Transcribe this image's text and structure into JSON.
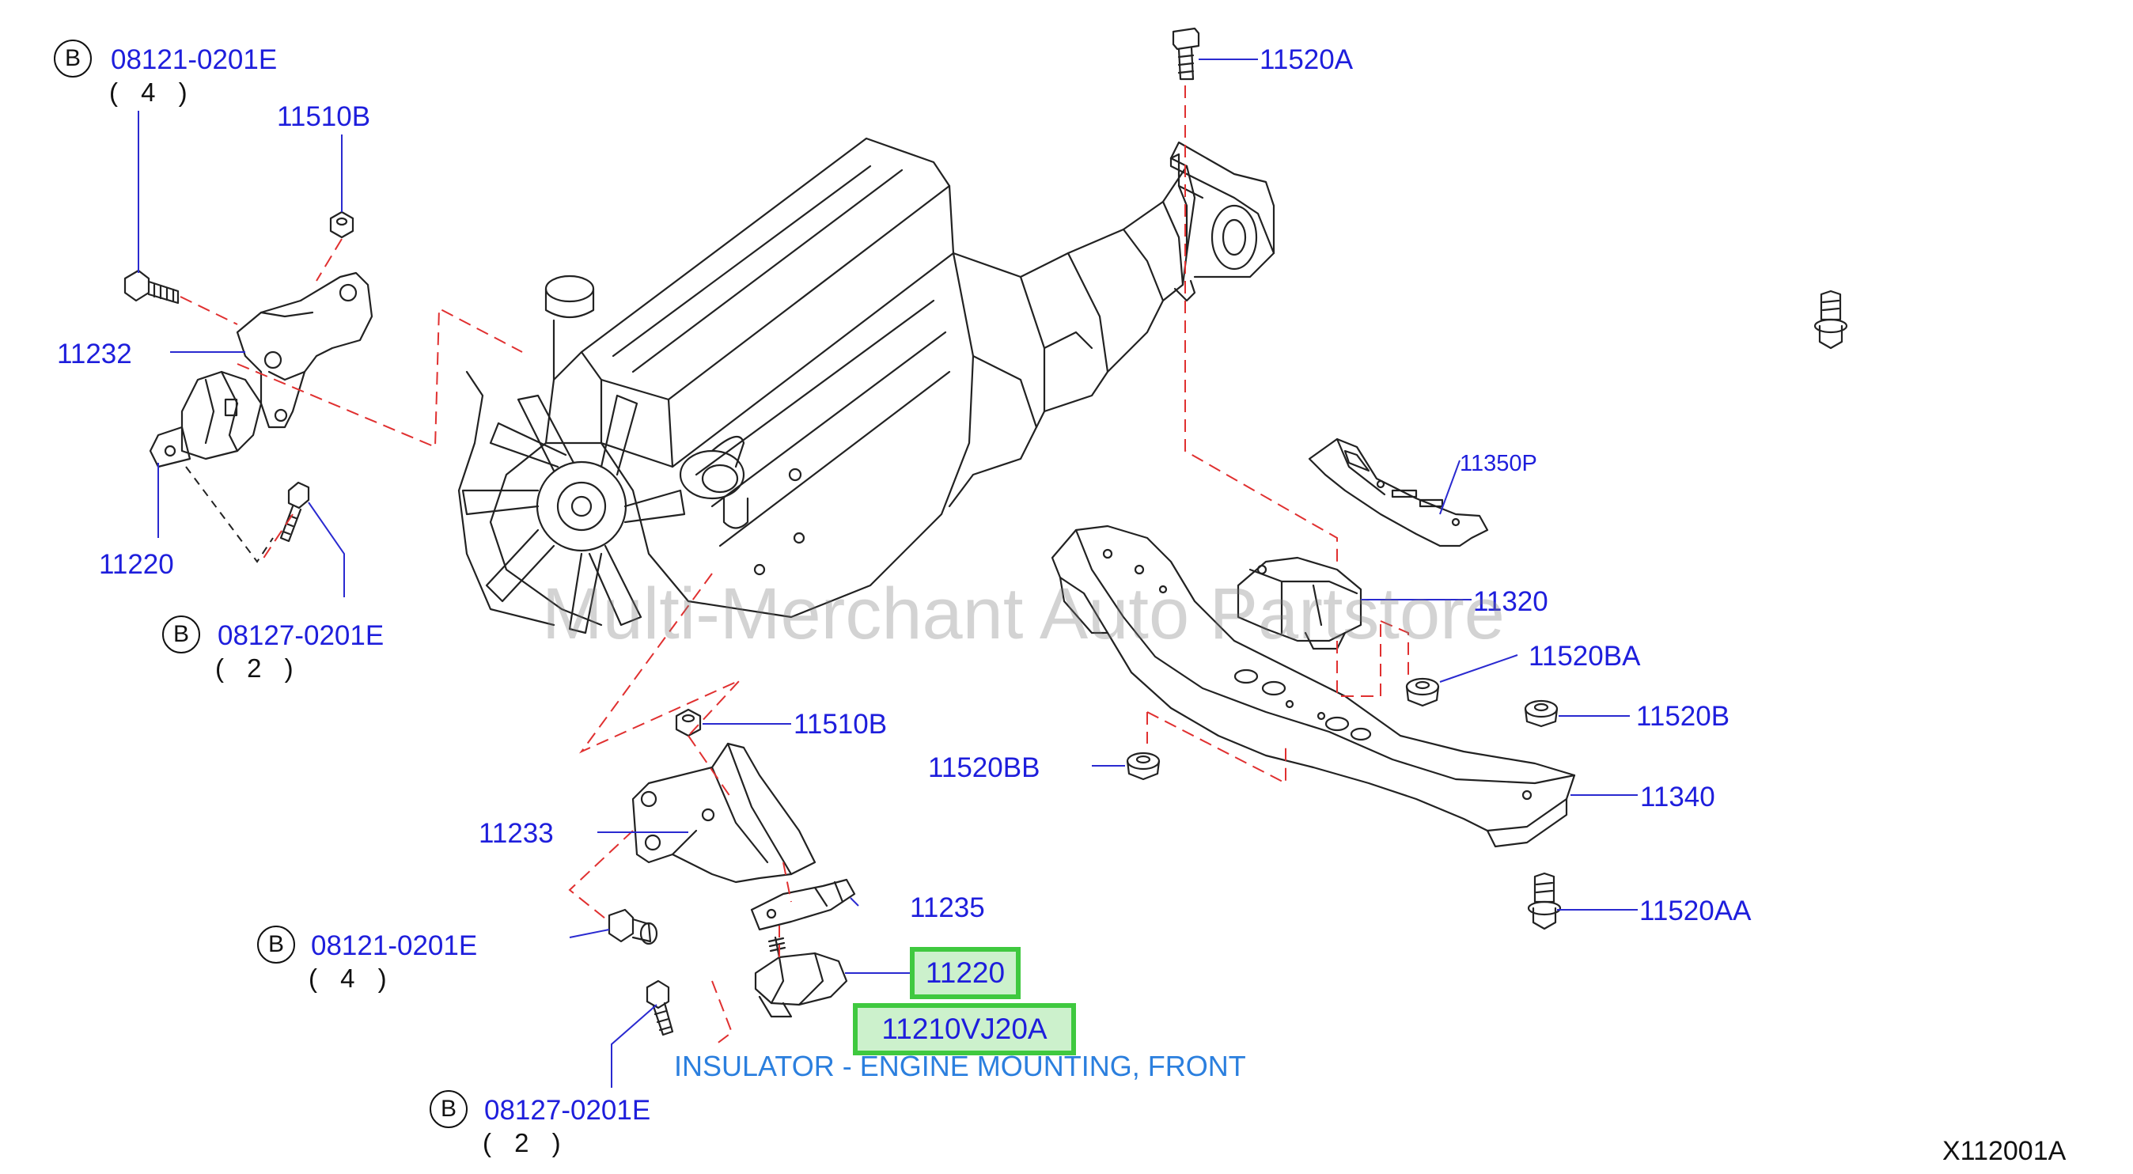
{
  "labels": {
    "bolt_top_left": "08121-0201E",
    "bolt_top_left_qty": "( 4 )",
    "nut_top_left": "11510B",
    "bracket_left": "11232",
    "insulator_left": "11220",
    "bolt_mid_left": "08127-0201E",
    "bolt_mid_left_qty": "( 2 )",
    "nut_mid": "11510B",
    "bracket_right": "11233",
    "bolt_lower": "08121-0201E",
    "bolt_lower_qty": "( 4 )",
    "plate": "11235",
    "insulator_front": "11220",
    "part_number": "11210VJ20A",
    "part_description": "INSULATOR - ENGINE MOUNTING, FRONT",
    "bolt_bottom": "08127-0201E",
    "bolt_bottom_qty": "( 2 )",
    "bolt_top_center": "11520A",
    "heat_shield": "11350P",
    "rear_insulator": "11320",
    "nut_ba": "11520BA",
    "nut_b": "11520B",
    "nut_bb": "11520BB",
    "crossmember": "11340",
    "bolt_aa": "11520AA",
    "b_marker": "B"
  },
  "watermark": "Multi-Merchant Auto Partstore",
  "diagram_code": "X112001A",
  "colors": {
    "label_blue": "#1e1edc",
    "description_blue": "#2b7fde",
    "highlight_green": "#3fc93f",
    "leader_red": "#e03030",
    "line_dark": "#222222"
  }
}
